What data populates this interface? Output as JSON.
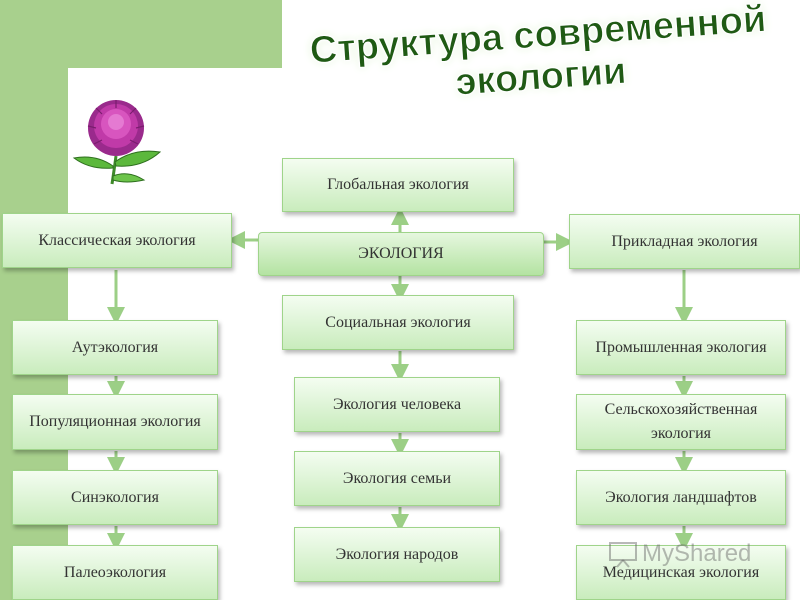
{
  "title": {
    "line1": "Структура современной",
    "line2": "экологии"
  },
  "center": "ЭКОЛОГИЯ",
  "top": "Глобальная экология",
  "left_column": {
    "header": "Классическая экология",
    "items": [
      "Аутэкология",
      "Популяционная экология",
      "Синэкология",
      "Палеоэкология"
    ]
  },
  "middle_column": {
    "items": [
      "Социальная экология",
      "Экология человека",
      "Экология семьи",
      "Экология народов"
    ]
  },
  "right_column": {
    "header": "Прикладная экология",
    "items": [
      "Промышленная экология",
      "Сельскохозяйственная экология",
      "Экология ландшафтов",
      "Медицинская экология"
    ]
  },
  "watermark": "MyShared",
  "colors": {
    "accent_green": "#a8d08d",
    "arrow": "#9ccf86",
    "title": "#1f5a14"
  }
}
